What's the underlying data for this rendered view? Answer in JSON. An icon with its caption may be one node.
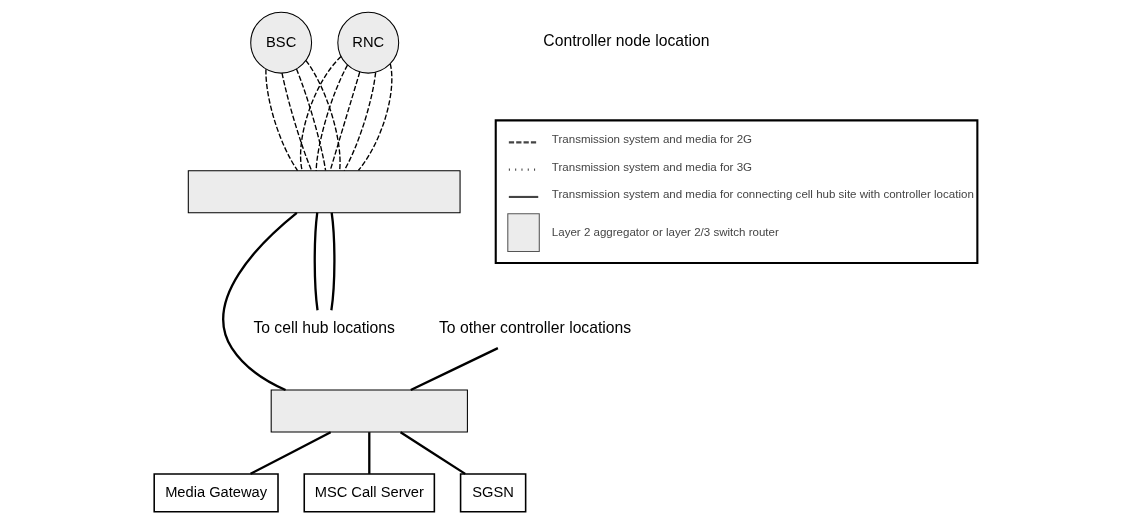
{
  "diagram": {
    "nodes": [
      {
        "text": [
          "BSC"
        ]
      },
      {
        "text": [
          "RNC"
        ]
      },
      {
        "text": [],
        "shape": "box"
      },
      {
        "text": [],
        "shape": "box"
      },
      {
        "text": [
          "Media Gateway"
        ]
      },
      {
        "text": [
          "MSC Call Server"
        ]
      },
      {
        "text": [
          "SGSN"
        ]
      },
      {
        "text": [
          "To cell hub locations"
        ]
      },
      {
        "text": [
          "To other controller locations"
        ]
      }
    ],
    "edges": [
      {
        "from": 0,
        "to": 2,
        "arrow": "none",
        "style": "dashed"
      },
      {
        "from": 0,
        "to": 2,
        "arrow": "none",
        "style": "dashed"
      },
      {
        "from": 0,
        "to": 2,
        "arrow": "none",
        "style": "dashed"
      },
      {
        "from": 0,
        "to": 2,
        "arrow": "none",
        "style": "dashed"
      },
      {
        "from": 1,
        "to": 2,
        "arrow": "none",
        "style": "dashed"
      },
      {
        "from": 1,
        "to": 2,
        "arrow": "none",
        "style": "dashed"
      },
      {
        "from": 1,
        "to": 2,
        "arrow": "none",
        "style": "dashed"
      },
      {
        "from": 1,
        "to": 2,
        "arrow": "none",
        "style": "dashed"
      },
      {
        "from": 1,
        "to": 2,
        "arrow": "none",
        "style": "dashed"
      },
      {
        "from": 2,
        "to": 7,
        "arrow": "none"
      },
      {
        "from": 2,
        "to": 7,
        "arrow": "none"
      },
      {
        "from": 2,
        "to": 3,
        "arrow": "none"
      },
      {
        "from": 8,
        "to": 3,
        "arrow": "none"
      },
      {
        "from": 3,
        "to": 4,
        "arrow": "none"
      },
      {
        "from": 3,
        "to": 5,
        "arrow": "none"
      },
      {
        "from": 3,
        "to": 6,
        "arrow": "none"
      }
    ],
    "labels": [
      "Controller node location"
    ],
    "legend": [
      {
        "text": "Transmission system and media for 2G"
      },
      {
        "text": "Transmission system and media for 3G"
      },
      {
        "text": "Transmission system and media for connecting cell hub site with controller location"
      },
      {
        "text": "Layer 2 aggregator or layer 2/3 switch router",
        "color": "#ececec"
      }
    ]
  }
}
